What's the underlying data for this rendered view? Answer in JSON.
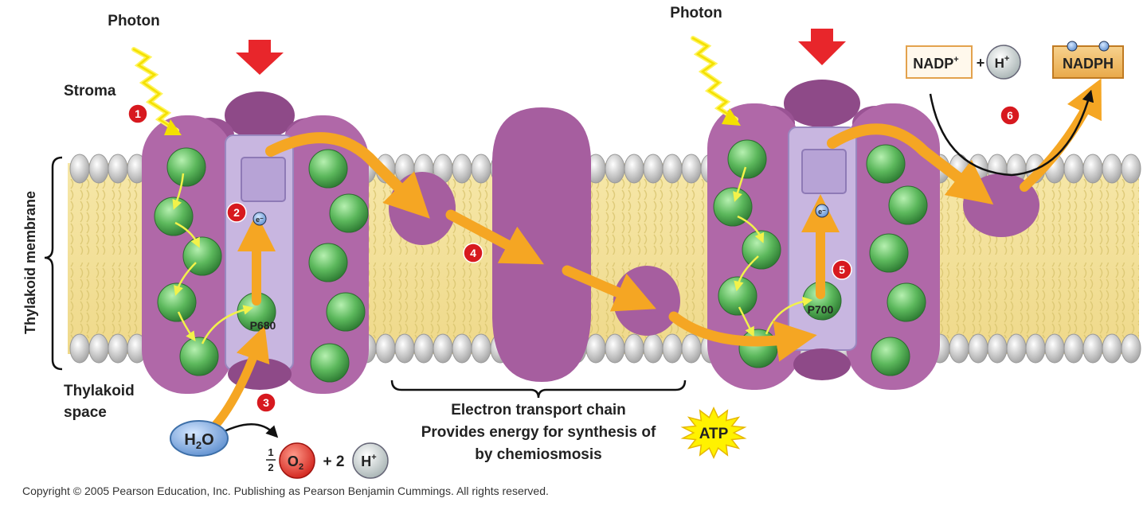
{
  "labels": {
    "photon_left": "Photon",
    "photon_right": "Photon",
    "stroma": "Stroma",
    "thylakoid_membrane": "Thylakoid membrane",
    "thylakoid_space_line1": "Thylakoid",
    "thylakoid_space_line2": "space",
    "p680": "P680",
    "p700": "P700",
    "electron": "e⁻",
    "etc_title": "Electron transport chain",
    "etc_line2_prefix": "Provides energy for synthesis of",
    "etc_line3": "by chemiosmosis",
    "atp": "ATP",
    "water": "H",
    "water_sub": "2",
    "water_tail": "O",
    "half_num": "1",
    "half_den": "2",
    "oxygen": "O",
    "oxygen_sub": "2",
    "plus_two": "+ 2",
    "proton": "H",
    "proton_sup": "+",
    "nadp": "NADP",
    "nadp_sup": "+",
    "plus": "+",
    "nadph": "NADPH",
    "copyright": "Copyright © 2005 Pearson Education, Inc. Publishing as Pearson Benjamin Cummings. All rights reserved."
  },
  "steps": [
    "1",
    "2",
    "3",
    "4",
    "5",
    "6"
  ],
  "colors": {
    "complex": "#b068a8",
    "complex_dark": "#8e4a88",
    "pigment": "#5cb85c",
    "arrow": "#f5a623",
    "red_arrow": "#e8262b",
    "step_badge": "#d7191f",
    "lipid_core": "#f3e29a",
    "lipid_head": "#d6d6d6"
  }
}
